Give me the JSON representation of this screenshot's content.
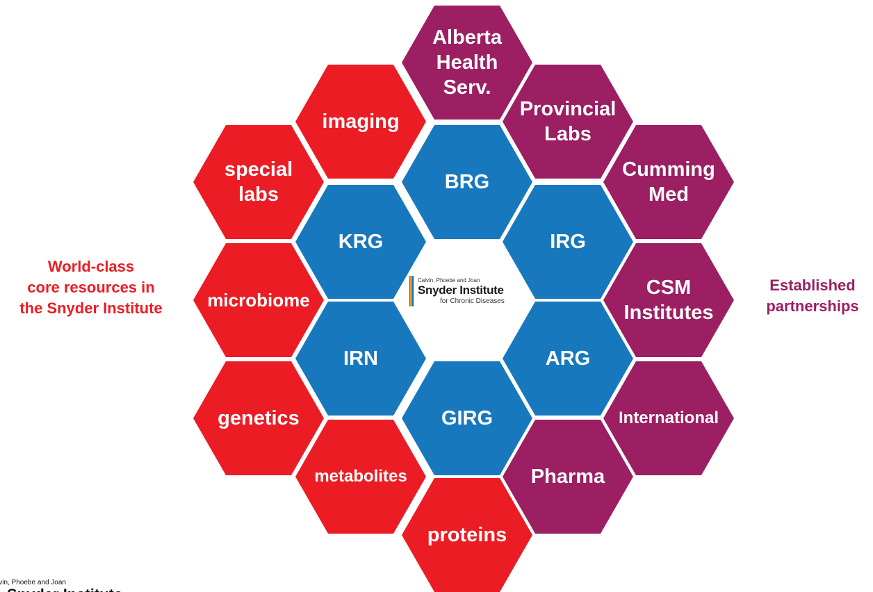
{
  "left_caption": "World-class\ncore resources in\nthe Snyder Institute",
  "right_caption": "Established\npartnerships",
  "colors": {
    "core_resources": "#ec1c24",
    "partnerships": "#9b1f62",
    "research_groups": "#1878be"
  },
  "center_logo": {
    "line1": "Calvin, Phoebe and Joan",
    "line2": "Snyder Institute",
    "line3": "for Chronic Diseases"
  },
  "corner_logo": {
    "line1": "lvin, Phoebe and Joan",
    "line2": "Snyder Institute"
  },
  "hexagons": {
    "alberta": "Alberta\nHealth\nServ.",
    "provincial": "Provincial\nLabs",
    "cumming": "Cumming\nMed",
    "csm": "CSM\nInstitutes",
    "international": "International",
    "pharma": "Pharma",
    "imaging": "imaging",
    "special_labs": "special\nlabs",
    "microbiome": "microbiome",
    "genetics": "genetics",
    "metabolites": "metabolites",
    "proteins": "proteins",
    "brg": "BRG",
    "krg": "KRG",
    "irg": "IRG",
    "irn": "IRN",
    "arg": "ARG",
    "girg": "GIRG"
  }
}
